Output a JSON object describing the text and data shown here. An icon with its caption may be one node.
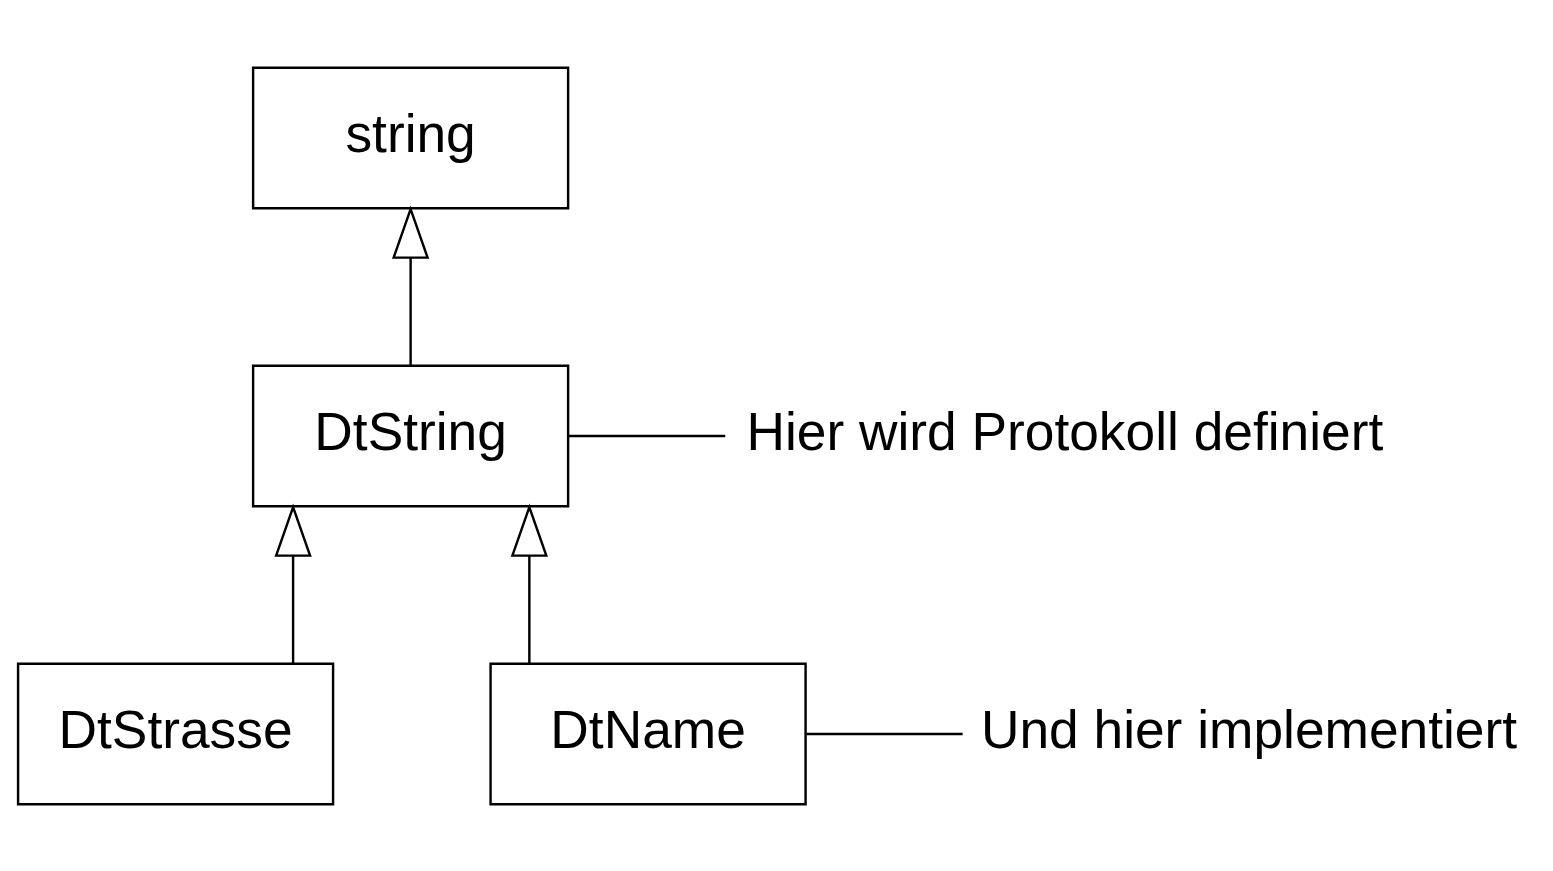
{
  "diagram": {
    "nodes": [
      {
        "text": [
          "string"
        ]
      },
      {
        "text": [
          "DtString"
        ]
      },
      {
        "text": [
          "Hier wird Protokoll definiert"
        ]
      },
      {
        "text": [
          "DtStrasse"
        ]
      },
      {
        "text": [
          "DtName"
        ]
      },
      {
        "text": [
          "Und hier implementiert"
        ]
      }
    ],
    "edges": [
      {
        "from": 1,
        "to": 0,
        "arrow": "to"
      },
      {
        "from": 3,
        "to": 1,
        "arrow": "to"
      },
      {
        "from": 4,
        "to": 1,
        "arrow": "to"
      },
      {
        "from": 2,
        "to": 1,
        "arrow": "none"
      },
      {
        "from": 5,
        "to": 4,
        "arrow": "none"
      }
    ]
  }
}
